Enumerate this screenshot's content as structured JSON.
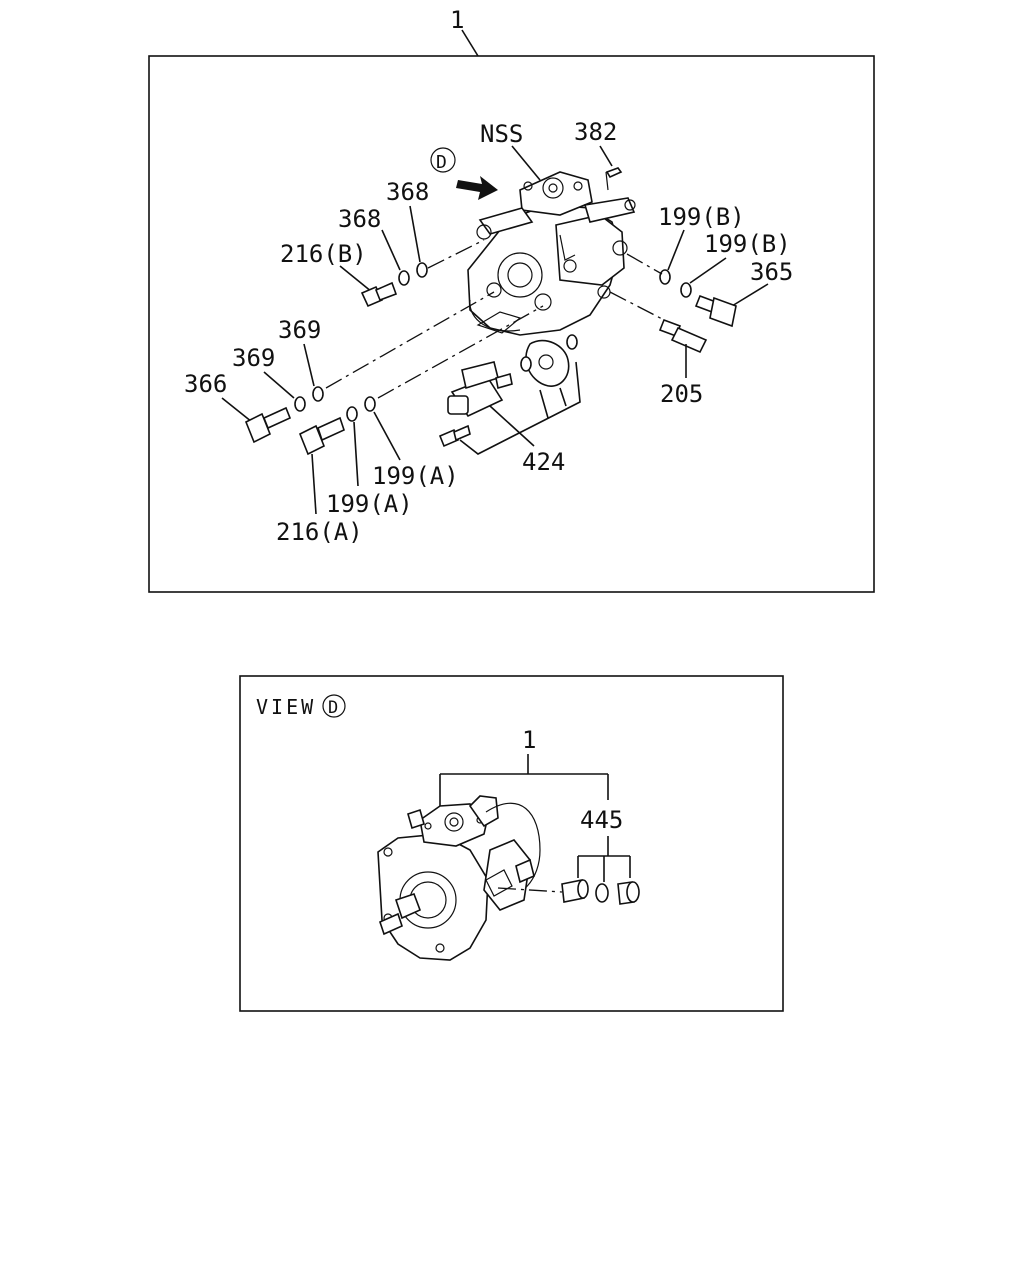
{
  "main_view": {
    "assembly_label": "1",
    "view_marker": "D",
    "labels": {
      "nss": "NSS",
      "p382": "382",
      "p368a": "368",
      "p368b": "368",
      "p216b": "216(B)",
      "p199b1": "199(B)",
      "p199b2": "199(B)",
      "p365": "365",
      "p369a": "369",
      "p369b": "369",
      "p366": "366",
      "p205": "205",
      "p424": "424",
      "p199a1": "199(A)",
      "p199a2": "199(A)",
      "p216a": "216(A)"
    }
  },
  "view_d": {
    "title": "VIEW",
    "marker": "D",
    "assembly_label": "1",
    "p445": "445"
  }
}
